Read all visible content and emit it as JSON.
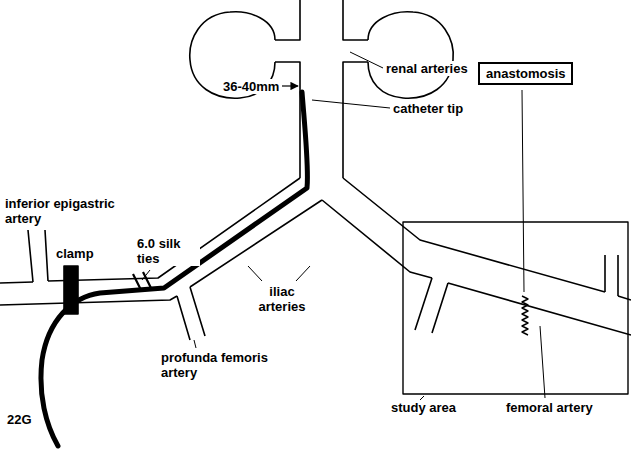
{
  "diagram": {
    "nodes": [
      {
        "text": [
          "anastomosis"
        ]
      }
    ],
    "labels": [
      "renal arteries",
      "36-40mm",
      "catheter tip",
      "inferior epigastric artery",
      "clamp",
      "6.0 silk ties",
      "iliac arteries",
      "profunda femoris artery",
      "study area",
      "femoral artery",
      "22G"
    ]
  }
}
